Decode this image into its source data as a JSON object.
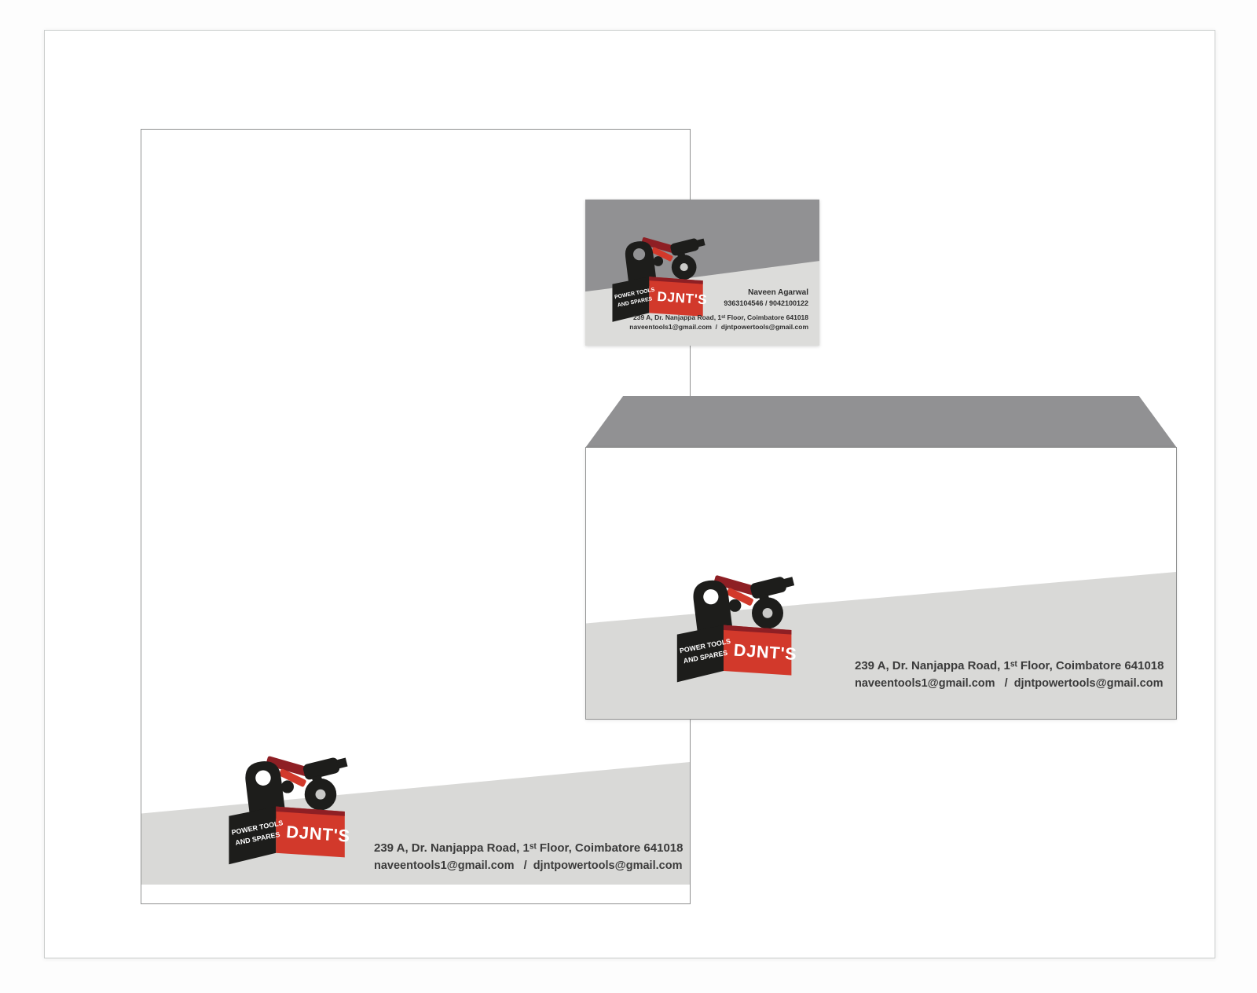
{
  "brand": {
    "name": "DJNT'S",
    "tagline_line1": "POWER TOOLS",
    "tagline_line2": "AND SPARES"
  },
  "colors": {
    "brand_red": "#d2392b",
    "brand_dark_red": "#8e1f24",
    "brand_black": "#1d1d1b",
    "gray_dark": "#919193",
    "gray_light": "#d9d9d7",
    "text": "#3b3b3b"
  },
  "letterhead": {
    "address": "239 A, Dr. Nanjappa Road, 1ˢᵗ Floor, Coimbatore 641018",
    "emails": "naveentools1@gmail.com   /  djntpowertools@gmail.com"
  },
  "business_card": {
    "contact_name": "Naveen Agarwal",
    "phones": "9363104546 / 9042100122",
    "address": "239 A, Dr. Nanjappa Road, 1ˢᵗ Floor, Coimbatore 641018",
    "emails": "naveentools1@gmail.com  /  djntpowertools@gmail.com"
  },
  "envelope": {
    "address": "239 A, Dr. Nanjappa Road, 1ˢᵗ Floor, Coimbatore 641018",
    "emails": "naveentools1@gmail.com   /  djntpowertools@gmail.com"
  }
}
